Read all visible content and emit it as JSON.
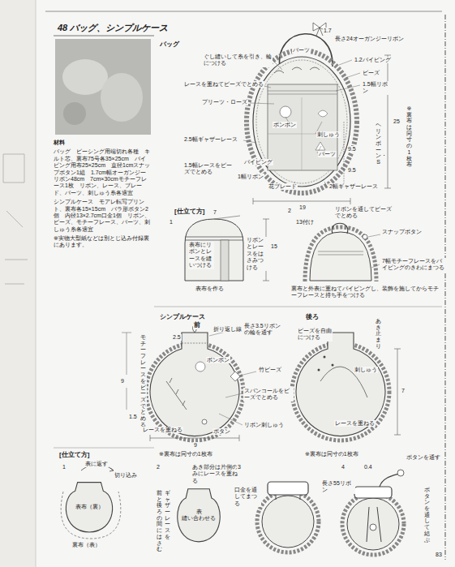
{
  "diagram": {
    "title": "48 バッグ、シンプルケース",
    "nodes": [
      {
        "text": [
          "表布（裏）"
        ]
      },
      {
        "text": [
          "表",
          "縫い合わせる"
        ]
      }
    ],
    "labels": [
      "材料",
      "バッグ　ビーシング用端切れ各種　キルト芯、裏布75号各35×25cm　パイピング用布25×25cm　直径1cmスナップボタン1組　1.7cm幅オーガンジーリボン48cm　7cm×30cmモチーフレース1枚　リボン、レース、ブレード、パーツ、刺しゅう糸各適宜",
      "シンプルケース　モアレ転写プリント、裏布各15×15cm　バラ形ボタン2個　内径13×2.7cm口金1個　リボン、ビーズ、モチーフレース、パーツ、刺しゅう糸各適宜",
      "※実物大型紙などは別とじ込み付録裏にあります。",
      "バッグ",
      "1.7",
      "長さ24オーガンジーリボン",
      "パーツ",
      "ぐし縫いして糸を引き、輪につける",
      "1.2パイピング",
      "ビーズ",
      "1.5幅リボン",
      "レースを重ねてビーズでとめる",
      "プリーツ・ローズ",
      "ボンボン",
      "刺しゅう",
      "パーツ",
      "2.5幅ギャザーレース",
      "1.5幅レースをビーズでとめる",
      "パイピング",
      "1幅リボン",
      "花ブレード",
      "2幅ギャザーレース",
      "ヘリンボーン・S",
      "9.5",
      "9.5",
      "25",
      "19",
      "※裏布は同寸の1枚布",
      "[仕立て方]",
      "1",
      "7",
      "15",
      "表布にリボンとレースを縫いつける",
      "リボンとレースをはさみつける",
      "表布を作る",
      "2",
      "13付け",
      "リボンを通してビーズでとめる",
      "スナップボタン",
      "7幅モチーフレースをパイピングのきわにまつる",
      "裏布と外表に重ねてパイピングし、装飾を施してからモチーフレースと持ち手をつける",
      "シンプルケース",
      "前",
      "折り返し線",
      "2.5",
      "長さ3.5リボンの輪を通す",
      "モチーフレースをビーズでとめる",
      "ボンボン",
      "竹ビーズ",
      "スパンコールをビーズでとめる",
      "9",
      "1.5",
      "レースを重ねる",
      "ボタン",
      "リボン刺しゅう",
      "9",
      "後ろ",
      "ビーズを自由につける",
      "あき止まり",
      "刺しゅう",
      "7",
      "レースを重ねる",
      "※裏布は同寸の1枚布",
      "※裏布は同寸の1枚布",
      "[仕立て方]",
      "1",
      "表に返す",
      "切り込み",
      "裏布（表）",
      "2",
      "あき部分は片側のみにレースを重ねる",
      "ギャザーレースを",
      "前と後ろの間にはさむ",
      "3",
      "口金を通してまつる",
      "4",
      "0.4",
      "長さ55リボン",
      "ボタンを通す",
      "ボタンを通して結ぶ",
      "83"
    ]
  }
}
